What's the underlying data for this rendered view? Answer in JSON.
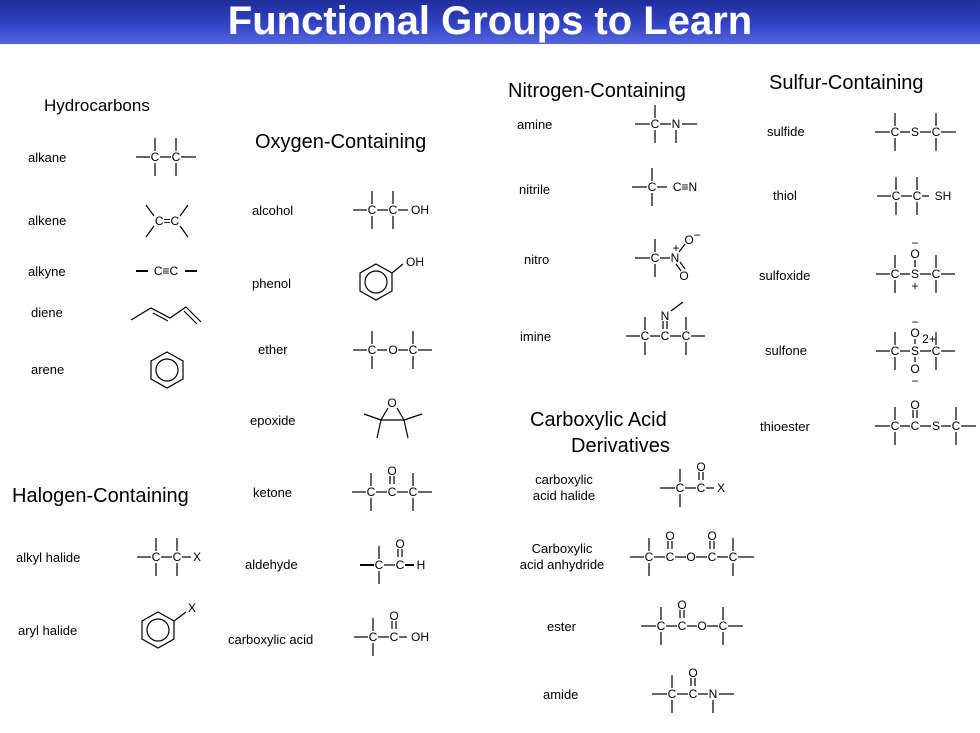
{
  "title": "Functional Groups to Learn",
  "sections": {
    "hydrocarbons": "Hydrocarbons",
    "oxygen": "Oxygen-Containing",
    "nitrogen": "Nitrogen-Containing",
    "sulfur": "Sulfur-Containing",
    "halogen": "Halogen-Containing",
    "carboxylic_1": "Carboxylic Acid",
    "carboxylic_2": "Derivatives"
  },
  "hydrocarbons": [
    "alkane",
    "alkene",
    "alkyne",
    "diene",
    "arene"
  ],
  "halogen": [
    "alkyl halide",
    "aryl halide"
  ],
  "oxygen": [
    "alcohol",
    "phenol",
    "ether",
    "epoxide",
    "ketone",
    "aldehyde",
    "carboxylic acid"
  ],
  "nitrogen": [
    "amine",
    "nitrile",
    "nitro",
    "imine"
  ],
  "carboxylic": [
    [
      "carboxylic",
      "acid halide"
    ],
    [
      "Carboxylic",
      "acid anhydride"
    ],
    "ester",
    "amide"
  ],
  "sulfur": [
    "sulfide",
    "thiol",
    "sulfoxide",
    "sulfone",
    "thioester"
  ],
  "atoms": {
    "C": "C",
    "O": "O",
    "N": "N",
    "S": "S",
    "X": "X",
    "H": "H",
    "OH": "OH",
    "SH": "SH",
    "CN": "C≡N",
    "CC_triple": "C≡C",
    "CC_double": "C=C",
    "plus": "+",
    "minus": "−",
    "two_plus": "2+"
  }
}
